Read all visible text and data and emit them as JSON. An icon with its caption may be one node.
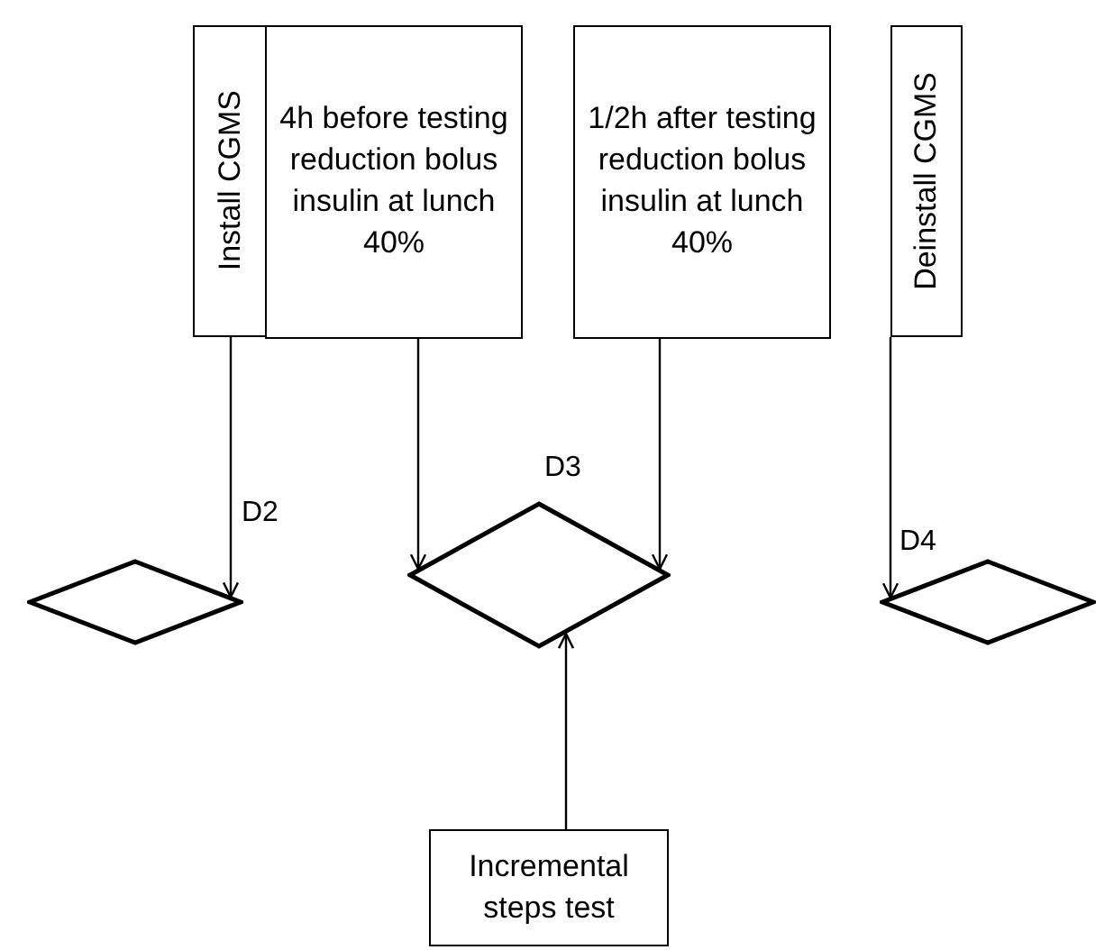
{
  "diagram": {
    "nodes": [
      {
        "text": [
          "Install CGMS"
        ]
      },
      {
        "text": [
          "4h before testing reduction bolus insulin at lunch 40%"
        ]
      },
      {
        "text": [
          "1/2h after testing reduction bolus insulin at lunch 40%"
        ]
      },
      {
        "text": [
          "Deinstall CGMS"
        ]
      },
      {
        "text": [],
        "shape": "diamond",
        "beside": [
          "D2"
        ]
      },
      {
        "text": [],
        "shape": "diamond",
        "beside": [
          "D3"
        ]
      },
      {
        "text": [],
        "shape": "diamond",
        "beside": [
          "D4"
        ]
      },
      {
        "text": [
          "Incremental steps test"
        ]
      }
    ],
    "edges": [
      {
        "from": 0,
        "to": 4,
        "arrow": "to"
      },
      {
        "from": 1,
        "to": 5,
        "arrow": "to"
      },
      {
        "from": 2,
        "to": 5,
        "arrow": "to"
      },
      {
        "from": 3,
        "to": 6,
        "arrow": "to"
      },
      {
        "from": 7,
        "to": 5,
        "arrow": "to"
      }
    ]
  }
}
